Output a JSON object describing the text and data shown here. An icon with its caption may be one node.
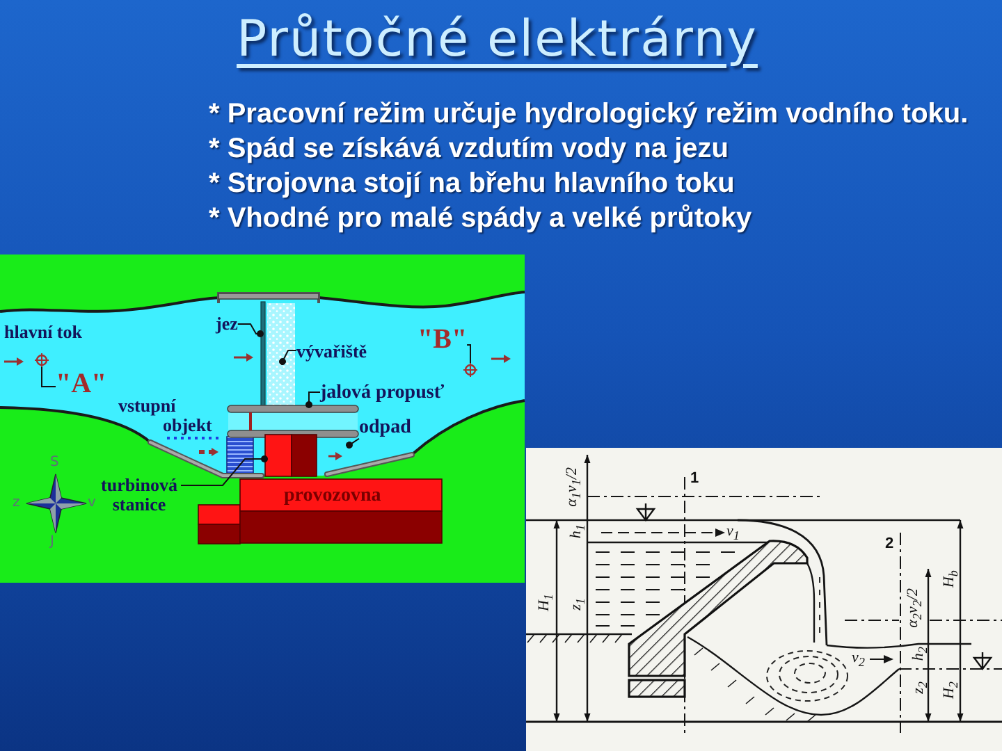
{
  "diagram": {
    "title": "Průtočné elektrárny",
    "nodes": [
      {
        "text": [
          "jez"
        ]
      },
      {
        "text": [],
        "shape": "bar"
      },
      {
        "text": [
          "vývařiště"
        ]
      },
      {
        "text": [
          "\"B\""
        ]
      },
      {
        "text": [],
        "shape": "circle"
      },
      {
        "text": [
          "\"A\""
        ]
      },
      {
        "text": [],
        "shape": "circle"
      },
      {
        "text": [
          "jalová propusť"
        ]
      },
      {
        "text": [],
        "shape": "box"
      },
      {
        "text": [
          "odpad"
        ]
      },
      {
        "text": [
          "turbinová stanice"
        ]
      },
      {
        "text": [],
        "shape": "box"
      },
      {
        "text": [
          "provozovna"
        ]
      }
    ],
    "edges": [
      {
        "from": 0,
        "to": 1,
        "arrow": "other"
      },
      {
        "from": 2,
        "to": null,
        "arrow": "other"
      },
      {
        "from": 3,
        "to": 4,
        "arrow": "none"
      },
      {
        "from": 5,
        "to": 6,
        "arrow": "none"
      },
      {
        "from": 7,
        "to": 8,
        "arrow": "other"
      },
      {
        "from": 9,
        "to": null,
        "arrow": "other"
      },
      {
        "from": 10,
        "to": 11,
        "arrow": "other"
      }
    ],
    "labels": [
      "* Pracovní režim určuje hydrologický režim vodního toku.",
      "* Spád se získává vzdutím vody na jezu",
      "* Strojovna stojí na břehu hlavního toku",
      "* Vhodné pro malé spády a velké průtoky",
      "hlavní tok",
      "vstupní objekt",
      "S",
      "z",
      "v",
      "J",
      "α$_{1}$v$_{1}$/2",
      "1",
      "h$_{1}$",
      "v$_{1}$",
      "H$_{1}$",
      "z$_{1}$",
      "2",
      "H$_{b}$",
      "α$_{2}$v$_{2}$/2",
      "v$_{2}$",
      "h$_{2}$",
      "z$_{2}$",
      "H$_{2}$"
    ]
  }
}
